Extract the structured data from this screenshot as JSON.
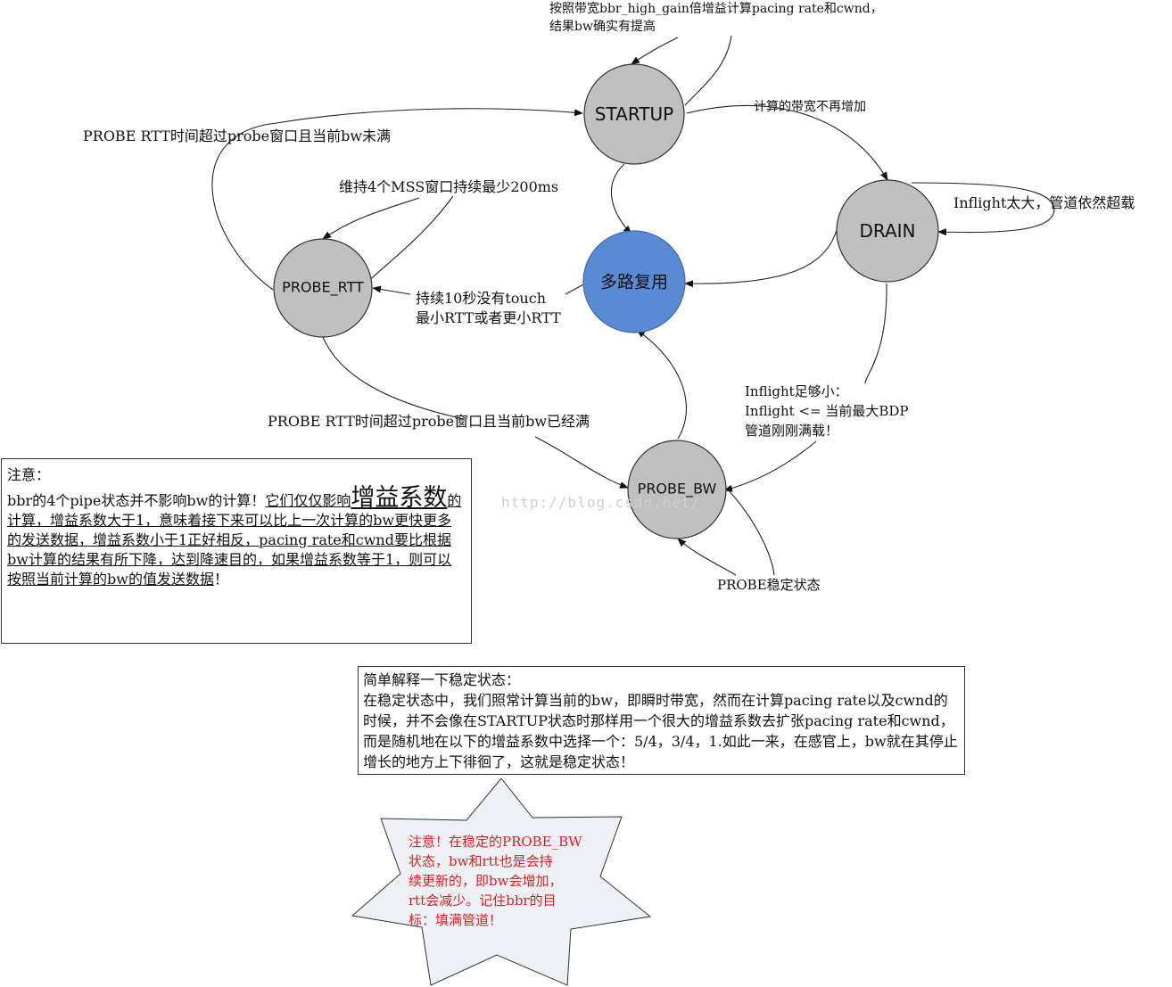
{
  "colors": {
    "state_fill": "#c0c0c0",
    "multiplex_fill": "#5a8ad3",
    "note_red": "#e02020",
    "star_fill": "#edf0f5"
  },
  "states": {
    "startup": "STARTUP",
    "drain": "DRAIN",
    "probe_rtt": "PROBE_RTT",
    "multiplex": "多路复用",
    "probe_bw": "PROBE_BW"
  },
  "edge_labels": {
    "startup_self_line1": "按照带宽bbr_high_gain倍增益计算pacing rate和cwnd，",
    "startup_self_line2": "结果bw确实有提高",
    "startup_to_drain": "计算的带宽不再增加",
    "drain_self": "Inflight太大，管道依然超载",
    "drain_to_probe_bw_line1": "Inflight足够小：",
    "drain_to_probe_bw_line2": "Inflight <= 当前最大BDP",
    "drain_to_probe_bw_line3": "管道刚刚满载！",
    "probe_rtt_to_startup": "PROBE RTT时间超过probe窗口且当前bw未满",
    "probe_rtt_self": "维持4个MSS窗口持续最少200ms",
    "multiplex_to_probe_rtt_line1": "持续10秒没有touch",
    "multiplex_to_probe_rtt_line2": "最小RTT或者更小RTT",
    "probe_rtt_to_probe_bw": "PROBE RTT时间超过probe窗口且当前bw已经满",
    "probe_bw_self": "PROBE稳定状态"
  },
  "note_box": {
    "title": "注意：",
    "text_plain": "bbr的4个pipe状态并不影响bw的计算！",
    "text_u1": "它们仅仅影响",
    "text_big1": "增益",
    "text_big2": "系数",
    "text_u2": "的计算，增益系数大于1，意味着接下来可以比上一次计算的bw更快更多的发送数据，增益系数小于1正好相反，pacing rate和cwnd要比根据bw计算的结果有所下降，达到降速目的，如果增益系数等于1，则可以按照当前计算的bw的值发送数据",
    "text_end": "！"
  },
  "steady_box": {
    "title": "简单解释一下稳定状态：",
    "text": "在稳定状态中，我们照常计算当前的bw，即瞬时带宽，然而在计算pacing rate以及cwnd的时候，并不会像在STARTUP状态时那样用一个很大的增益系数去扩张pacing rate和cwnd，而是随机地在以下的增益系数中选择一个：5/4，3/4，1.如此一来，在感官上，bw就在其停止增长的地方上下徘徊了，这就是稳定状态！"
  },
  "star_note": {
    "line1": "注意！在稳定的PROBE_BW",
    "line2": "状态，bw和rtt也是会持",
    "line3": "续更新的，即bw会增加，",
    "line4": "rtt会减少。记住bbr的目",
    "line5": "标：填满管道！"
  },
  "watermark": "http://blog.csdn.net/"
}
